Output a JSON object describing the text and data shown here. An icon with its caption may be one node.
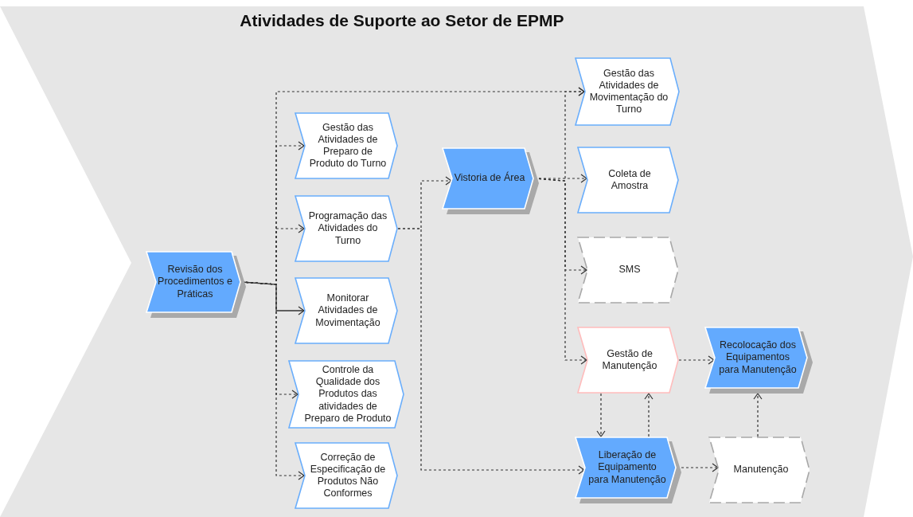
{
  "diagram": {
    "title": "Atividades de Suporte ao Setor de EPMP",
    "nodes": [
      {
        "text": [
          "Revisão dos Procedimentos e Práticas"
        ]
      },
      {
        "text": [
          "Gestão das Atividades de Preparo de Produto do Turno"
        ]
      },
      {
        "text": [
          "Programação das Atividades do Turno"
        ]
      },
      {
        "text": [
          "Monitorar Atividades de Movimentação"
        ]
      },
      {
        "text": [
          "Controle da Qualidade dos Produtos das atividades de Preparo de Produto"
        ]
      },
      {
        "text": [
          "Correção de Especificação de Produtos Não Conformes"
        ]
      },
      {
        "text": [
          "Vistoria de Área"
        ]
      },
      {
        "text": [
          "Gestão das Atividades de Movimentação do Turno"
        ]
      },
      {
        "text": [
          "Coleta de Amostra"
        ]
      },
      {
        "text": [
          "SMS"
        ]
      },
      {
        "text": [
          "Gestão de Manutenção"
        ]
      },
      {
        "text": [
          "Recolocação dos Equipamentos para Manutenção"
        ]
      },
      {
        "text": [
          "Liberação de Equipamento para Manutenção"
        ]
      },
      {
        "text": [
          "Manutenção"
        ]
      }
    ],
    "edges": [
      {
        "from": 0,
        "to": 3,
        "arrow": "to"
      },
      {
        "from": 0,
        "to": 1,
        "arrow": "to",
        "style": "dashed"
      },
      {
        "from": 0,
        "to": 2,
        "arrow": "to",
        "style": "dashed"
      },
      {
        "from": 0,
        "to": 4,
        "arrow": "to",
        "style": "dashed"
      },
      {
        "from": 0,
        "to": 5,
        "arrow": "to",
        "style": "dashed"
      },
      {
        "from": 0,
        "to": 7,
        "arrow": "to",
        "style": "dashed"
      },
      {
        "from": 2,
        "to": 6,
        "arrow": "to",
        "style": "dashed"
      },
      {
        "from": 2,
        "to": 12,
        "arrow": "to",
        "style": "dashed"
      },
      {
        "from": 6,
        "to": 8,
        "arrow": "to",
        "style": "dashed"
      },
      {
        "from": 6,
        "to": 7,
        "arrow": "to",
        "style": "dashed"
      },
      {
        "from": 6,
        "to": 9,
        "arrow": "to",
        "style": "dashed"
      },
      {
        "from": 6,
        "to": 10,
        "arrow": "to",
        "style": "dashed"
      },
      {
        "from": 10,
        "to": 11,
        "arrow": "to",
        "style": "dashed"
      },
      {
        "from": 10,
        "to": 12,
        "arrow": "to",
        "style": "dashed"
      },
      {
        "from": 12,
        "to": 10,
        "arrow": "to",
        "style": "dashed"
      },
      {
        "from": 12,
        "to": 13,
        "arrow": "to",
        "style": "dashed"
      },
      {
        "from": 13,
        "to": 11,
        "arrow": "to",
        "style": "dashed"
      }
    ]
  }
}
